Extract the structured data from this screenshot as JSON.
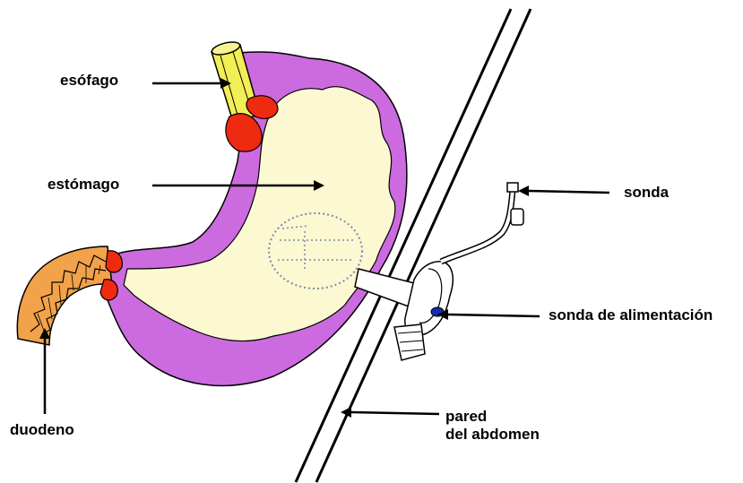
{
  "labels": {
    "esofago": "esófago",
    "estomago": "estómago",
    "sonda": "sonda",
    "sonda_alimentacion": "sonda de alimentación",
    "duodeno": "duodeno",
    "pared_line1": "pared",
    "pared_line2": "del abdomen"
  },
  "colors": {
    "stomach_wall": "#cc6be0",
    "stomach_interior": "#fbf8d2",
    "esophagus": "#f2ee55",
    "sphincter": "#ee2a10",
    "duodenum": "#f2a24a",
    "outline": "#000000",
    "tube": "#ffffff"
  }
}
